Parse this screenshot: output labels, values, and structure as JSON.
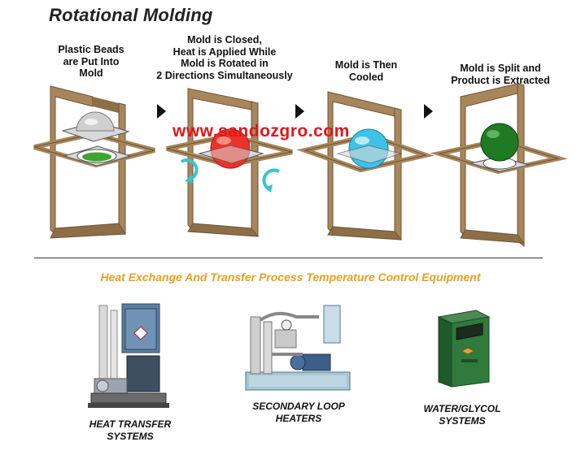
{
  "title": "Rotational Molding",
  "stages": [
    {
      "label_lines": [
        "Plastic Beads",
        "are Put Into",
        "Mold"
      ],
      "sphere_color": "#cfcfcf"
    },
    {
      "label_lines": [
        "Mold is Closed,",
        "Heat is Applied While",
        "Mold is Rotated in",
        "2 Directions Simultaneously"
      ],
      "sphere_color": "#e8342a"
    },
    {
      "label_lines": [
        "Mold is Then",
        "Cooled"
      ],
      "sphere_color": "#3ec3e8"
    },
    {
      "label_lines": [
        "Mold is Split and",
        "Product is Extracted"
      ],
      "sphere_color": "#1f7a24"
    }
  ],
  "watermark": "www.sandozgro.com",
  "section_title": "Heat Exchange And Transfer Process Temperature Control Equipment",
  "equipment": [
    {
      "label_lines": [
        "HEAT TRANSFER",
        "SYSTEMS"
      ]
    },
    {
      "label_lines": [
        "SECONDARY LOOP",
        "HEATERS"
      ]
    },
    {
      "label_lines": [
        "WATER/GLYCOL",
        "SYSTEMS"
      ]
    }
  ],
  "colors": {
    "frame": "#a8865c",
    "frame_dark": "#6e5434",
    "beads": "#3ba52e",
    "rotation_arrow": "#36c6cf",
    "section_title": "#e8a020"
  }
}
